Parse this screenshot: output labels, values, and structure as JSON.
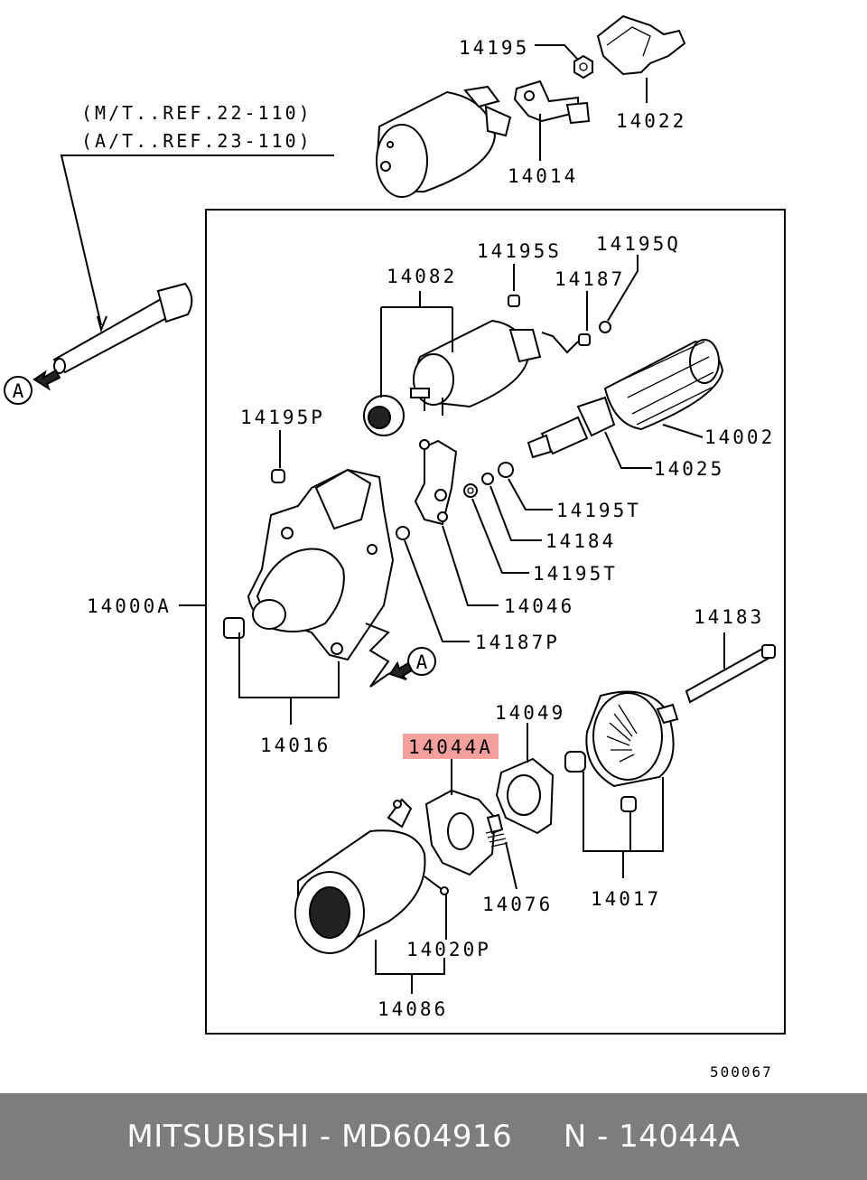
{
  "references": [
    "(M/T..REF.22-110)",
    "(A/T..REF.23-110)"
  ],
  "callout_letter": "A",
  "parts": {
    "p14195": "14195",
    "p14022": "14022",
    "p14014": "14014",
    "p14195S": "14195S",
    "p14195Q": "14195Q",
    "p14082": "14082",
    "p14187": "14187",
    "p14002": "14002",
    "p14025": "14025",
    "p14195P": "14195P",
    "p14195T_a": "14195T",
    "p14184": "14184",
    "p14195T_b": "14195T",
    "p14046": "14046",
    "p14000A": "14000A",
    "p14187P": "14187P",
    "p14183": "14183",
    "p14016": "14016",
    "p14049": "14049",
    "p14044A": "14044A",
    "p14076": "14076",
    "p14017": "14017",
    "p14020P": "14020P",
    "p14086": "14086"
  },
  "highlight_color": "#f4a09c",
  "diagram_code": "500067",
  "footer": {
    "brand": "MITSUBISHI",
    "part_number": "MD604916",
    "ref": "N - 14044A",
    "background": "#7d7d7d"
  }
}
